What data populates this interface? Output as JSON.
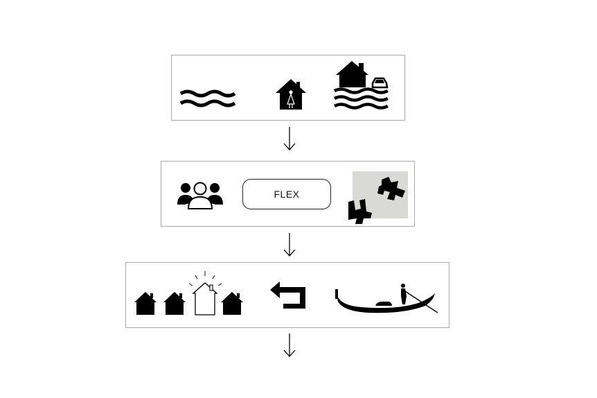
{
  "panels": [
    {
      "id": "flood-hazard",
      "icons": [
        "waves-icon",
        "house-with-person-icon",
        "flooded-house-and-car-icon"
      ]
    },
    {
      "id": "community-response",
      "icons": [
        "community-people-icon",
        "flex-box",
        "puzzle-pieces-icon"
      ],
      "flex_label": "FLEX"
    },
    {
      "id": "adaptation-outcome",
      "icons": [
        "highlighted-house-row-icon",
        "return-arrow-icon",
        "gondola-icon"
      ]
    }
  ],
  "arrows": [
    "arrow-down-icon",
    "arrow-down-icon",
    "arrow-down-icon"
  ],
  "colors": {
    "stroke": "#a9a9a9",
    "icon": "#000000",
    "puzzle_bg": "#d9d9d6"
  }
}
